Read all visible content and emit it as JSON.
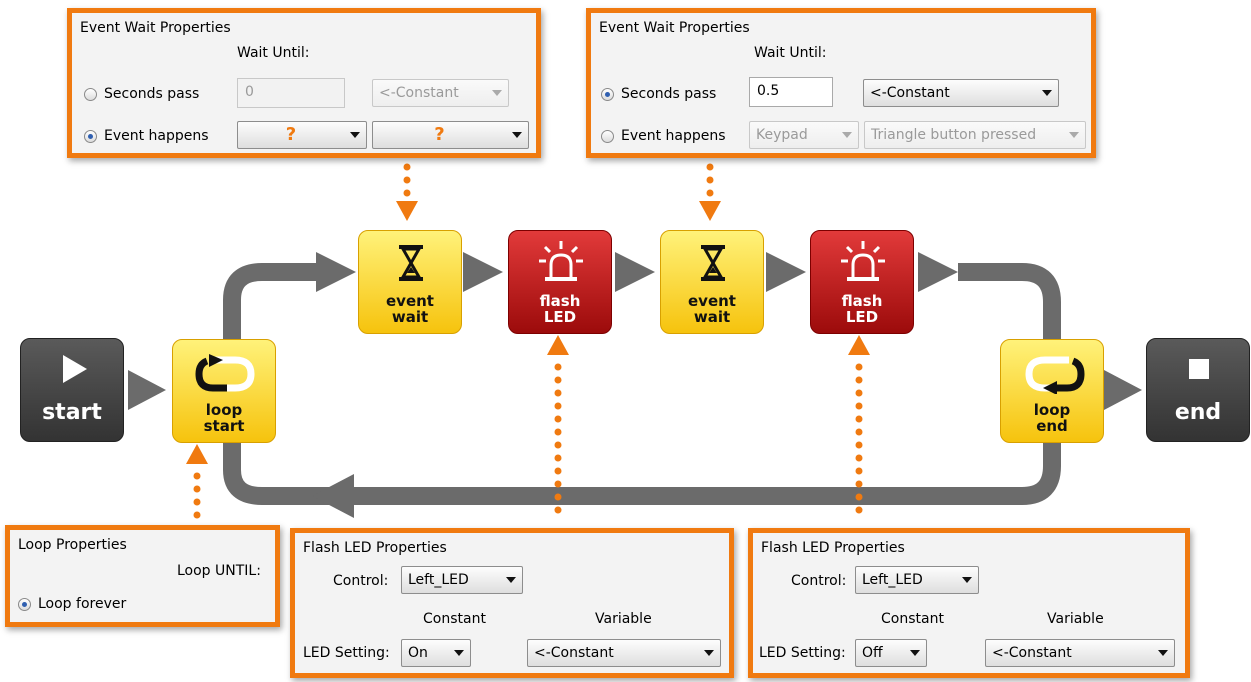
{
  "colors": {
    "accent": "#f07a10",
    "wire": "#6b6b6b",
    "yellow_block": "#f6c30d",
    "red_block": "#c41a1a",
    "dark_block": "#3a3a3a"
  },
  "event_wait_1": {
    "title": "Event Wait Properties",
    "wait_until_label": "Wait Until:",
    "seconds_pass_label": "Seconds pass",
    "seconds_value": "0",
    "seconds_source": "<-Constant",
    "event_happens_label": "Event happens",
    "event_source": "?",
    "event_type": "?",
    "selected": "Event happens"
  },
  "event_wait_2": {
    "title": "Event Wait Properties",
    "wait_until_label": "Wait Until:",
    "seconds_pass_label": "Seconds pass",
    "seconds_value": "0.5",
    "seconds_source": "<-Constant",
    "event_happens_label": "Event happens",
    "event_source": "Keypad",
    "event_type": "Triangle button pressed",
    "selected": "Seconds pass"
  },
  "loop_props": {
    "title": "Loop Properties",
    "until_label": "Loop UNTIL:",
    "forever_label": "Loop forever"
  },
  "flash_led_1": {
    "title": "Flash LED Properties",
    "control_label": "Control:",
    "control_value": "Left_LED",
    "constant_label": "Constant",
    "variable_label": "Variable",
    "setting_label": "LED Setting:",
    "setting_value": "On",
    "variable_value": "<-Constant"
  },
  "flash_led_2": {
    "title": "Flash LED Properties",
    "control_label": "Control:",
    "control_value": "Left_LED",
    "constant_label": "Constant",
    "variable_label": "Variable",
    "setting_label": "LED Setting:",
    "setting_value": "Off",
    "variable_value": "<-Constant"
  },
  "blocks": {
    "start": "start",
    "loop_start_1": "loop",
    "loop_start_2": "start",
    "event_wait_1_a": "event",
    "event_wait_1_b": "wait",
    "flash_1_a": "flash",
    "flash_1_b": "LED",
    "event_wait_2_a": "event",
    "event_wait_2_b": "wait",
    "flash_2_a": "flash",
    "flash_2_b": "LED",
    "loop_end_1": "loop",
    "loop_end_2": "end",
    "end": "end"
  }
}
